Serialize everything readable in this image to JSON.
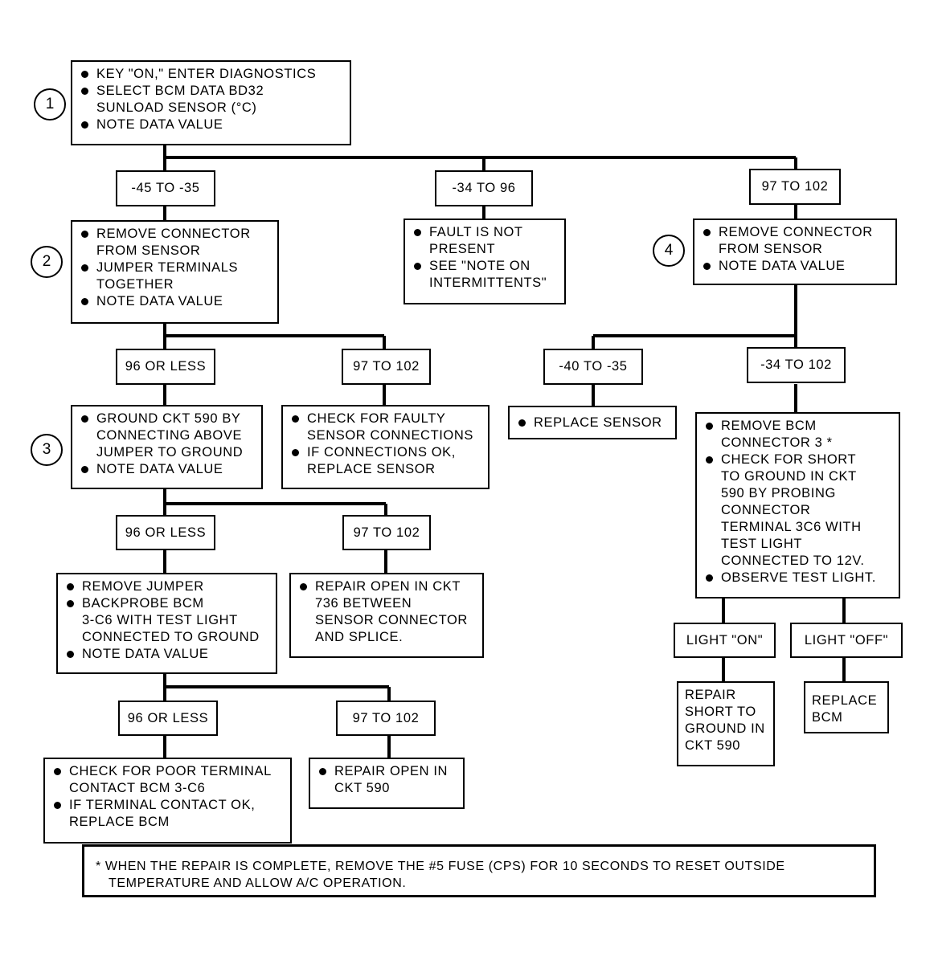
{
  "circles": {
    "c1": "1",
    "c2": "2",
    "c3": "3",
    "c4": "4"
  },
  "start": {
    "steps": [
      "KEY \"ON,\" ENTER DIAGNOSTICS",
      "SELECT BCM DATA BD32",
      "SUNLOAD SENSOR (°C)",
      "NOTE DATA VALUE"
    ]
  },
  "range_labels": {
    "r1": "-45 TO -35",
    "r2": "-34 TO 96",
    "r3": "97 TO 102"
  },
  "fault_box": [
    "FAULT IS NOT",
    "PRESENT",
    "SEE \"NOTE ON",
    "INTERMITTENTS\""
  ],
  "step2": [
    "REMOVE CONNECTOR",
    "FROM SENSOR",
    "JUMPER TERMINALS",
    "TOGETHER",
    "NOTE DATA VALUE"
  ],
  "step4": [
    "REMOVE CONNECTOR",
    "FROM SENSOR",
    "NOTE DATA VALUE"
  ],
  "s2_labels": {
    "a": "96 OR LESS",
    "b": "97 TO 102"
  },
  "s4_labels": {
    "a": "-40 TO -35",
    "b": "-34 TO 102"
  },
  "step3": [
    "GROUND CKT 590 BY",
    "CONNECTING ABOVE",
    "JUMPER TO GROUND",
    "NOTE  DATA VALUE"
  ],
  "check_faulty": [
    "CHECK FOR FAULTY",
    "SENSOR CONNECTIONS",
    "IF CONNECTIONS OK,",
    "REPLACE SENSOR"
  ],
  "replace_sensor": "REPLACE SENSOR",
  "bcm_check": [
    "REMOVE BCM",
    "CONNECTOR 3 *",
    "CHECK FOR SHORT",
    "TO GROUND IN CKT",
    "590 BY PROBING",
    "CONNECTOR",
    "TERMINAL 3C6 WITH",
    "TEST LIGHT",
    "CONNECTED TO 12V.",
    "OBSERVE TEST LIGHT."
  ],
  "s3_labels": {
    "a": "96 OR LESS",
    "b": "97 TO 102"
  },
  "light_labels": {
    "on": "LIGHT \"ON\"",
    "off": "LIGHT \"OFF\""
  },
  "remove_jumper": [
    "REMOVE JUMPER",
    "BACKPROBE BCM",
    "3-C6 WITH TEST LIGHT",
    "CONNECTED TO GROUND",
    "NOTE DATA VALUE"
  ],
  "repair_736": [
    "REPAIR OPEN IN CKT",
    "736 BETWEEN",
    "SENSOR CONNECTOR",
    "AND SPLICE."
  ],
  "repair_short": [
    "REPAIR",
    "SHORT TO",
    "GROUND IN",
    "CKT 590"
  ],
  "replace_bcm": [
    "REPLACE",
    "BCM"
  ],
  "s5_labels": {
    "a": "96 OR LESS",
    "b": "97 TO 102"
  },
  "poor_contact": [
    "CHECK FOR POOR TERMINAL",
    "CONTACT BCM 3-C6",
    "IF TERMINAL CONTACT OK,",
    "REPLACE BCM"
  ],
  "repair_590": [
    "REPAIR OPEN IN",
    "CKT 590"
  ],
  "footnote": [
    "* WHEN THE REPAIR IS COMPLETE, REMOVE THE #5 FUSE (CPS) FOR 10 SECONDS TO RESET OUTSIDE",
    "TEMPERATURE AND ALLOW A/C OPERATION."
  ]
}
